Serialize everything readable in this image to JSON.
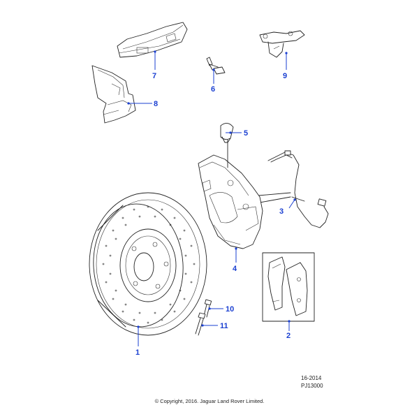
{
  "callouts": [
    {
      "id": "1",
      "label": "1"
    },
    {
      "id": "2",
      "label": "2"
    },
    {
      "id": "3",
      "label": "3"
    },
    {
      "id": "4",
      "label": "4"
    },
    {
      "id": "5",
      "label": "5"
    },
    {
      "id": "6",
      "label": "6"
    },
    {
      "id": "7",
      "label": "7"
    },
    {
      "id": "8",
      "label": "8"
    },
    {
      "id": "9",
      "label": "9"
    },
    {
      "id": "10",
      "label": "10"
    },
    {
      "id": "11",
      "label": "11"
    }
  ],
  "footer": {
    "ref_code": "16-2014",
    "drawing_number": "PJ13000",
    "copyright": "© Copyright, 2016. Jaguar Land Rover Limited."
  },
  "colors": {
    "callout": "#1a3fd1",
    "linework": "#222222",
    "background": "#ffffff"
  }
}
